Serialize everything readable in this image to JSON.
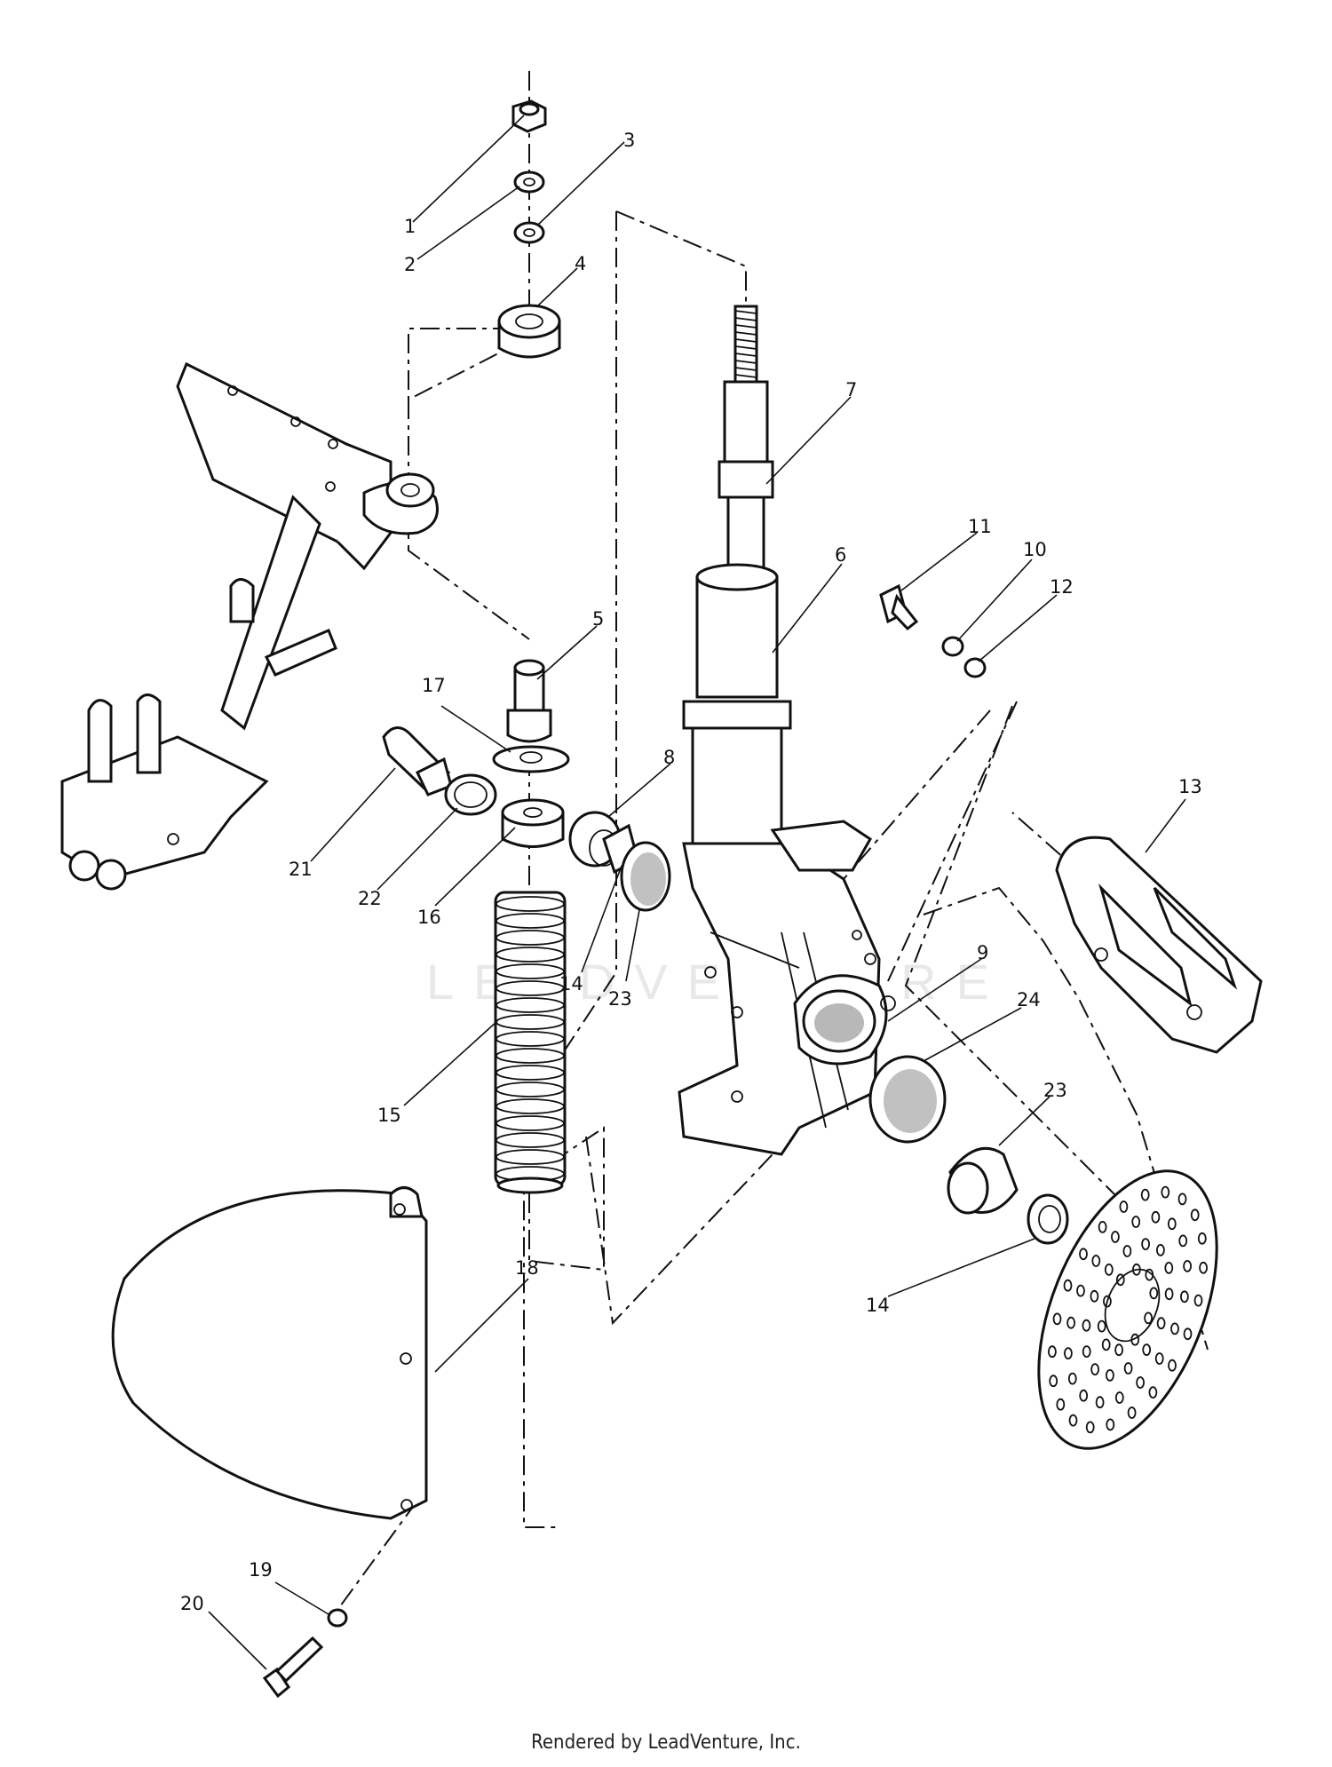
{
  "footer": "Rendered by LeadVenture, Inc.",
  "watermark": "LEADVENTURE",
  "callouts": [
    {
      "id": "c1",
      "label": "1"
    },
    {
      "id": "c2",
      "label": "2"
    },
    {
      "id": "c3",
      "label": "3"
    },
    {
      "id": "c4",
      "label": "4"
    },
    {
      "id": "c5",
      "label": "5"
    },
    {
      "id": "c6",
      "label": "6"
    },
    {
      "id": "c7",
      "label": "7"
    },
    {
      "id": "c8",
      "label": "8"
    },
    {
      "id": "c9",
      "label": "9"
    },
    {
      "id": "c10",
      "label": "10"
    },
    {
      "id": "c11",
      "label": "11"
    },
    {
      "id": "c12",
      "label": "12"
    },
    {
      "id": "c13",
      "label": "13"
    },
    {
      "id": "c14a",
      "label": "14"
    },
    {
      "id": "c14b",
      "label": "14"
    },
    {
      "id": "c15",
      "label": "15"
    },
    {
      "id": "c16",
      "label": "16"
    },
    {
      "id": "c17",
      "label": "17"
    },
    {
      "id": "c18",
      "label": "18"
    },
    {
      "id": "c19",
      "label": "19"
    },
    {
      "id": "c20",
      "label": "20"
    },
    {
      "id": "c21",
      "label": "21"
    },
    {
      "id": "c22",
      "label": "22"
    },
    {
      "id": "c23a",
      "label": "23"
    },
    {
      "id": "c23b",
      "label": "23"
    },
    {
      "id": "c24",
      "label": "24"
    }
  ]
}
